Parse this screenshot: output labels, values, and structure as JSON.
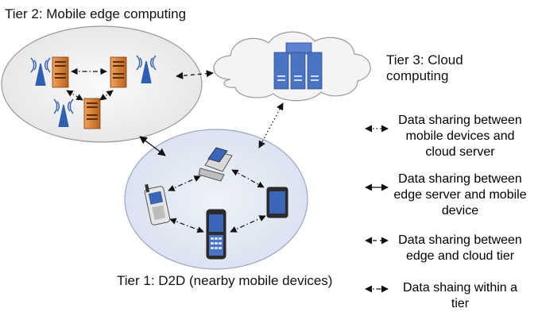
{
  "tiers": {
    "tier2": "Tier 2: Mobile edge computing",
    "tier3": "Tier 3: Cloud computing",
    "tier1": "Tier 1: D2D (nearby mobile devices)"
  },
  "legend": [
    {
      "icon": "dotted-arrow-icon",
      "text": "Data sharing between mobile devices and cloud server"
    },
    {
      "icon": "solid-arrow-icon",
      "text": "Data sharing between edge server and mobile device"
    },
    {
      "icon": "dashed-arrow-icon",
      "text": "Data sharing between edge and cloud tier"
    },
    {
      "icon": "dash-dot-arrow-icon",
      "text": "Data shaing within a tier"
    }
  ],
  "colors": {
    "ellipse_fill": "#ececec",
    "d2d_fill": "#dfe7f3",
    "server_orange": "#d9823b",
    "tower_blue": "#2f5fb3",
    "cloud_server_blue": "#4a74c2",
    "device_blue": "#3b66b8"
  }
}
